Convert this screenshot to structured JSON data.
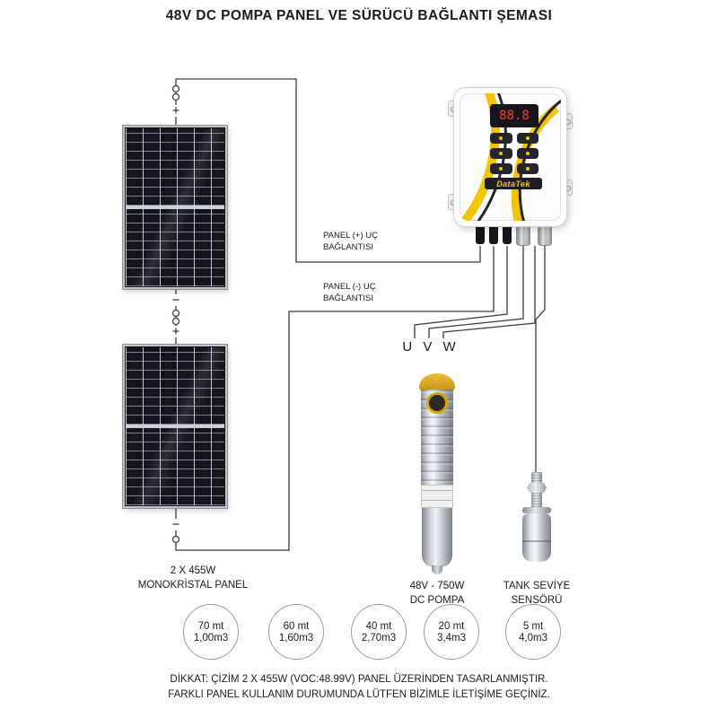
{
  "title": "48V DC POMPA PANEL VE SÜRÜCÜ BAĞLANTI ŞEMASI",
  "symbols": {
    "plus": "+",
    "minus": "−"
  },
  "solar": {
    "label_line1": "2 X 455W",
    "label_line2": "MONOKRİSTAL PANEL"
  },
  "connections": {
    "plus_line1": "PANEL (+) UÇ",
    "plus_line2": "BAĞLANTISI",
    "minus_line1": "PANEL (-) UÇ",
    "minus_line2": "BAĞLANTISI",
    "uvw": "U V W"
  },
  "controller": {
    "display_value": "88.8",
    "brand": "DataTek"
  },
  "pump": {
    "label_line1": "48V - 750W",
    "label_line2": "DC POMPA"
  },
  "sensor": {
    "label_line1": "TANK SEVİYE",
    "label_line2": "SENSÖRÜ"
  },
  "performance": [
    {
      "depth": "70 mt",
      "flow": "1,00m3"
    },
    {
      "depth": "60 mt",
      "flow": "1,60m3"
    },
    {
      "depth": "40 mt",
      "flow": "2,70m3"
    },
    {
      "depth": "20 mt",
      "flow": "3,4m3"
    },
    {
      "depth": "5 mt",
      "flow": "4,0m3"
    }
  ],
  "warning": {
    "line1": "DİKKAT: ÇİZİM 2 X 455W (VOC:48.99V) PANEL ÜZERİNDEN TASARLANMIŞTIR.",
    "line2": "FARKLI PANEL KULLANIM DURUMUNDA LÜTFEN BİZİMLE İLETİŞİME GEÇİNİZ."
  },
  "colors": {
    "accent": "#f2c500",
    "wire": "#3c3c3c"
  }
}
